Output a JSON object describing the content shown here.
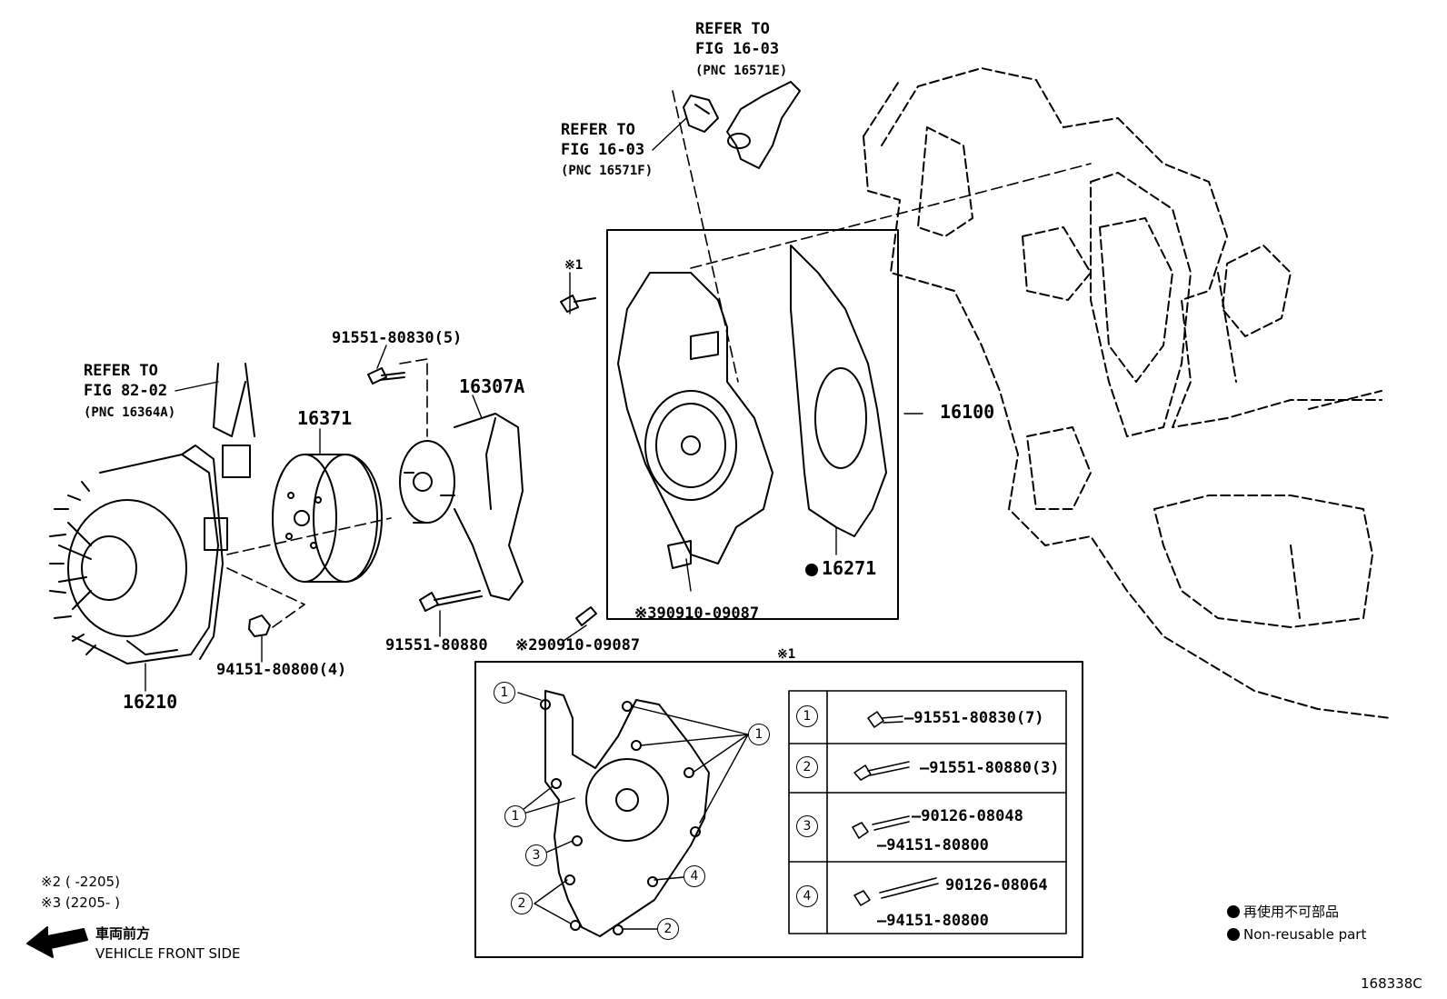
{
  "refer_blocks": {
    "fig1603_e": {
      "line1": "REFER TO",
      "line2": "FIG 16-03",
      "line3": "(PNC 16571E)"
    },
    "fig1603_f": {
      "line1": "REFER TO",
      "line2": "FIG 16-03",
      "line3": "(PNC 16571F)"
    },
    "fig8202": {
      "line1": "REFER TO",
      "line2": "FIG 82-02",
      "line3": "(PNC 16364A)"
    }
  },
  "parts": {
    "p16210": "16210",
    "p16371": "16371",
    "p16307a": "16307A",
    "p16100": "16100",
    "p16271": "16271",
    "p91551_80830_5": "91551-80830(5)",
    "p91551_80880": "91551-80880",
    "p94151_80800_4": "94151-80800(4)",
    "note1_mark": "※1",
    "note2_part": "※290910-09087",
    "note3_part": "※390910-09087",
    "detail_mark": "※1"
  },
  "table": {
    "rows": [
      {
        "num": "1",
        "parts": [
          "91551-80830(7)"
        ]
      },
      {
        "num": "2",
        "parts": [
          "91551-80880(3)"
        ]
      },
      {
        "num": "3",
        "parts": [
          "90126-08048",
          "94151-80800"
        ]
      },
      {
        "num": "4",
        "parts": [
          "90126-08064",
          "94151-80800"
        ]
      }
    ]
  },
  "callouts": [
    "1",
    "1",
    "1",
    "3",
    "2",
    "4",
    "2"
  ],
  "footnotes": {
    "n2": "※2 (      -2205)",
    "n3": "※3 (2205-      )"
  },
  "front": {
    "jp": "車両前方",
    "en": "VEHICLE FRONT SIDE"
  },
  "legend": {
    "jp": "再使用不可部品",
    "en": "Non-reusable part"
  },
  "figure_id": "168338C"
}
